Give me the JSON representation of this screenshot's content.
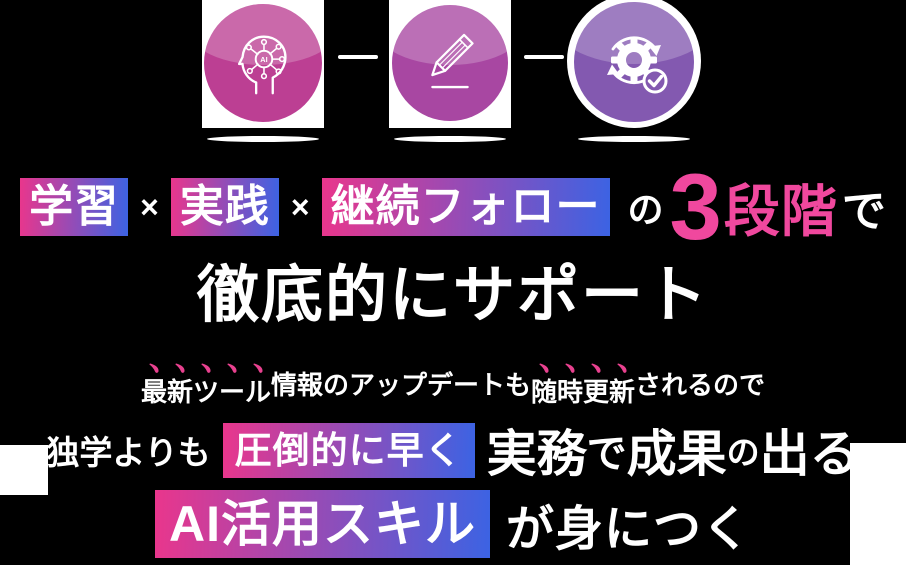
{
  "colors": {
    "background": "#000000",
    "gradient_start": "#e9368c",
    "gradient_end": "#3c63e3",
    "accent_pink": "#f0489e",
    "emphasis_dot": "#e8418f",
    "circle1_bottom": "#bc3f93",
    "circle2_bottom": "#a847a2",
    "circle3_bottom": "#8359b0"
  },
  "icons": {
    "step1": {
      "glyph": "ai-head-icon",
      "badge": "AI"
    },
    "step2": {
      "glyph": "pencil-icon"
    },
    "step3": {
      "glyph": "gear-cycle-check-icon"
    }
  },
  "headline1": {
    "box1": "学習",
    "cross1": "×",
    "box2": "実践",
    "cross2": "×",
    "box3": "継続フォロー",
    "particle_no": "の",
    "big_number": "3",
    "stage_word": "段階",
    "particle_de": "で"
  },
  "headline2": {
    "text": "徹底的にサポート"
  },
  "subline": {
    "segments": [
      {
        "text": "最新ツール",
        "emphasis": true
      },
      {
        "text": "情報のアップデートも",
        "emphasis": false
      },
      {
        "text": "随時更新",
        "emphasis": true
      },
      {
        "text": "されるので",
        "emphasis": false
      }
    ]
  },
  "headline3": {
    "lead": "独学よりも",
    "box": "圧倒的に早く",
    "big1": "実務",
    "small1": "で",
    "big2": "成果",
    "small2": "の",
    "big3": "出る"
  },
  "headline4": {
    "box": "AI活用スキル",
    "tail": "が身につく"
  }
}
